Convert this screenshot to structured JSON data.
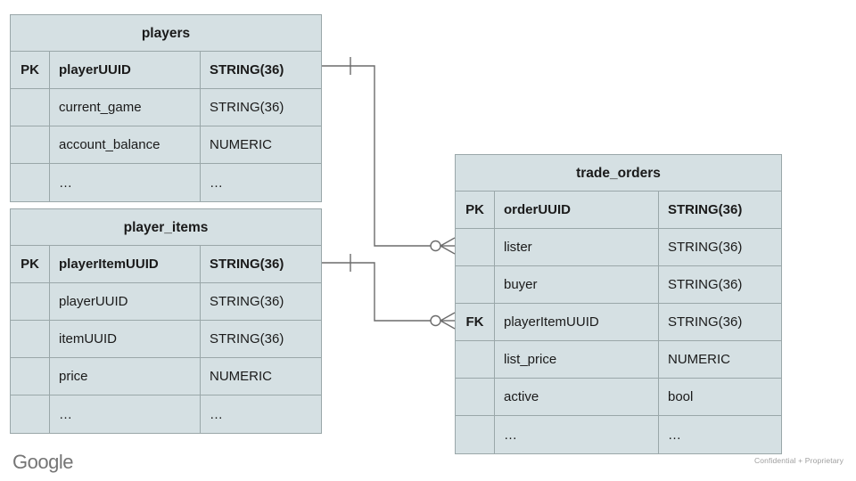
{
  "diagram": {
    "type": "entity-relationship-diagram",
    "colors": {
      "entity_fill": "#d5e0e3",
      "entity_border": "#9aa7a9",
      "connector": "#6b6b6b",
      "text": "#1a1a1a",
      "background": "#ffffff"
    },
    "entities": [
      {
        "id": "players",
        "title": "players",
        "columns": [
          {
            "key": "PK",
            "name": "playerUUID",
            "type": "STRING(36)",
            "primary": true
          },
          {
            "key": "",
            "name": "current_game",
            "type": "STRING(36)",
            "primary": false
          },
          {
            "key": "",
            "name": "account_balance",
            "type": "NUMERIC",
            "primary": false
          },
          {
            "key": "",
            "name": "…",
            "type": "…",
            "primary": false
          }
        ]
      },
      {
        "id": "player_items",
        "title": "player_items",
        "columns": [
          {
            "key": "PK",
            "name": "playerItemUUID",
            "type": "STRING(36)",
            "primary": true
          },
          {
            "key": "",
            "name": "playerUUID",
            "type": "STRING(36)",
            "primary": false
          },
          {
            "key": "",
            "name": "itemUUID",
            "type": "STRING(36)",
            "primary": false
          },
          {
            "key": "",
            "name": "price",
            "type": "NUMERIC",
            "primary": false
          },
          {
            "key": "",
            "name": "…",
            "type": "…",
            "primary": false
          }
        ]
      },
      {
        "id": "trade_orders",
        "title": "trade_orders",
        "columns": [
          {
            "key": "PK",
            "name": "orderUUID",
            "type": "STRING(36)",
            "primary": true
          },
          {
            "key": "",
            "name": "lister",
            "type": "STRING(36)",
            "primary": false
          },
          {
            "key": "",
            "name": "buyer",
            "type": "STRING(36)",
            "primary": false
          },
          {
            "key": "FK",
            "name": "playerItemUUID",
            "type": "STRING(36)",
            "primary": false
          },
          {
            "key": "",
            "name": "list_price",
            "type": "NUMERIC",
            "primary": false
          },
          {
            "key": "",
            "name": "active",
            "type": "bool",
            "primary": false
          },
          {
            "key": "",
            "name": "…",
            "type": "…",
            "primary": false
          }
        ]
      }
    ],
    "relationships": [
      {
        "id": "players-to-trade_orders",
        "from_entity": "players",
        "from_column": "playerUUID",
        "from_cardinality": "exactly-one",
        "to_entity": "trade_orders",
        "to_column": "lister",
        "to_cardinality": "zero-or-many"
      },
      {
        "id": "player_items-to-trade_orders",
        "from_entity": "player_items",
        "from_column": "playerItemUUID",
        "from_cardinality": "exactly-one",
        "to_entity": "trade_orders",
        "to_column": "playerItemUUID",
        "to_cardinality": "zero-or-many"
      }
    ]
  },
  "footer": {
    "logo_text": "Google",
    "note": "Confidential + Proprietary"
  }
}
